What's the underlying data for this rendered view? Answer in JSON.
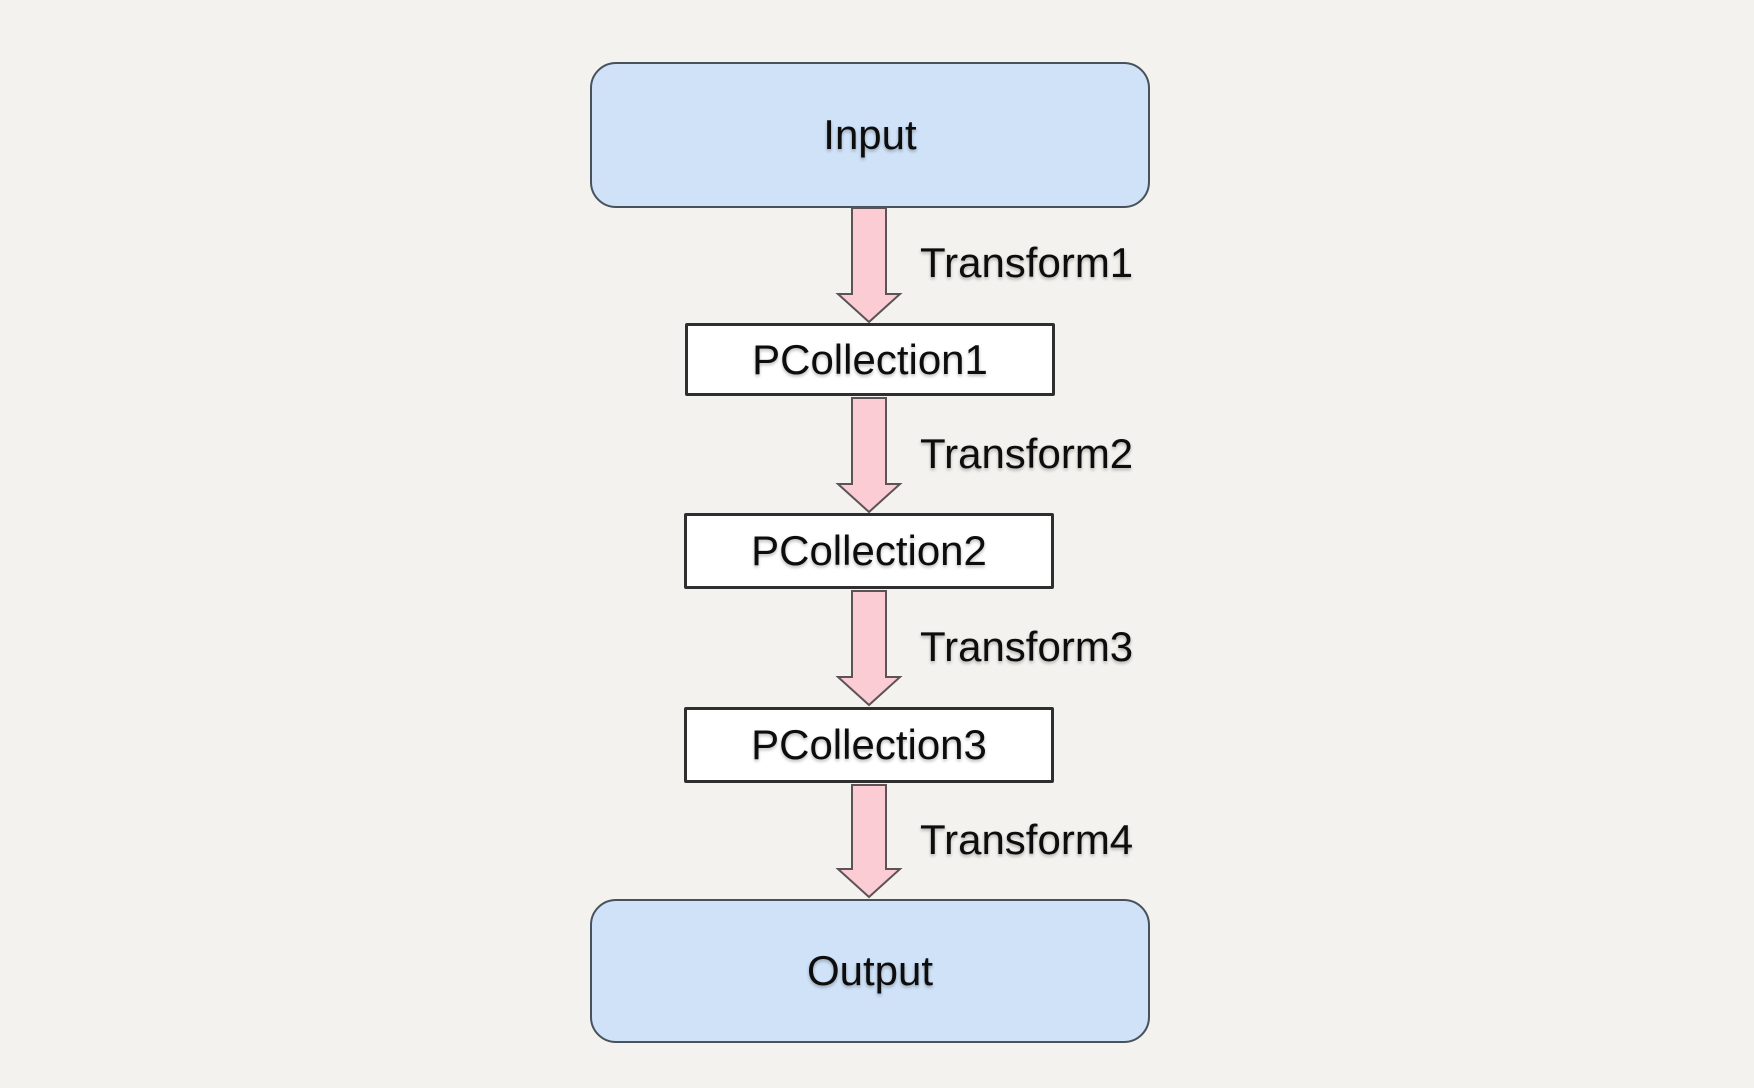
{
  "diagram": {
    "title": "pipeline-flowchart",
    "colors": {
      "bg": "#f4f2ee",
      "terminal_fill": "#cfe2f8",
      "terminal_border": "#47525c",
      "collection_fill": "#ffffff",
      "collection_border": "#2f2f2f",
      "arrow_fill": "#fbccd3",
      "arrow_border": "#5c5356",
      "text": "#0d0d0d"
    },
    "nodes": [
      {
        "id": "input",
        "type": "terminal",
        "label": "Input"
      },
      {
        "id": "pcollection1",
        "type": "collection",
        "label": "PCollection1"
      },
      {
        "id": "pcollection2",
        "type": "collection",
        "label": "PCollection2"
      },
      {
        "id": "pcollection3",
        "type": "collection",
        "label": "PCollection3"
      },
      {
        "id": "output",
        "type": "terminal",
        "label": "Output"
      }
    ],
    "edges": [
      {
        "from": "input",
        "to": "pcollection1",
        "label": "Transform1"
      },
      {
        "from": "pcollection1",
        "to": "pcollection2",
        "label": "Transform2"
      },
      {
        "from": "pcollection2",
        "to": "pcollection3",
        "label": "Transform3"
      },
      {
        "from": "pcollection3",
        "to": "output",
        "label": "Transform4"
      }
    ]
  }
}
